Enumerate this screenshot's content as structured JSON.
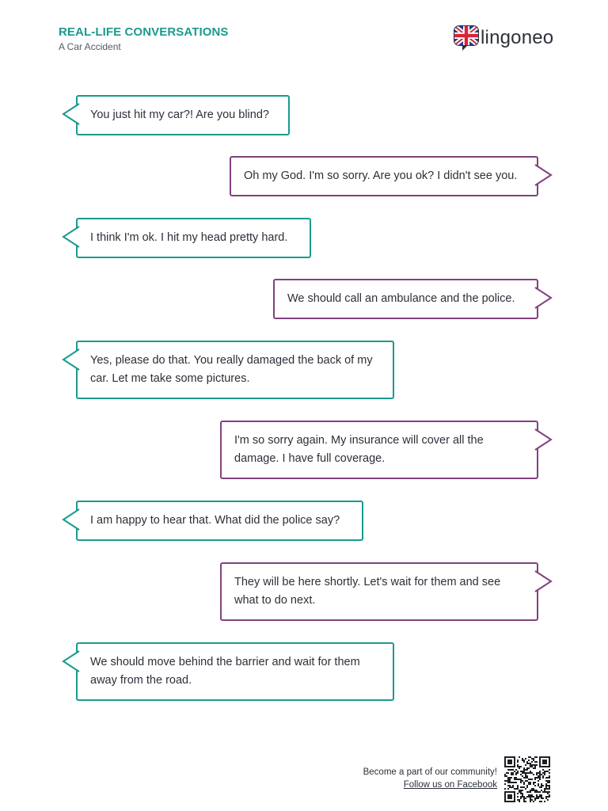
{
  "header": {
    "title": "REAL-LIFE CONVERSATIONS",
    "subtitle": "A Car Accident"
  },
  "brand": {
    "name": "lingoneo",
    "accent_color": "#1a9a8d",
    "secondary_color": "#83407f",
    "icon": "uk-flag-speech-bubble-icon"
  },
  "messages": [
    {
      "speaker": "left",
      "text": "You just hit my car?! Are you blind?"
    },
    {
      "speaker": "right",
      "text": "Oh my God. I'm so sorry. Are you ok? I didn't see you."
    },
    {
      "speaker": "left",
      "text": "I think I'm ok. I hit my head pretty hard."
    },
    {
      "speaker": "right",
      "text": "We should call an ambulance and the police."
    },
    {
      "speaker": "left",
      "text": "Yes, please do that. You really damaged the back of my car. Let me take some pictures."
    },
    {
      "speaker": "right",
      "text": "I'm so sorry again. My insurance will cover all the damage. I have full coverage."
    },
    {
      "speaker": "left",
      "text": "I am happy to hear that. What did the police say?"
    },
    {
      "speaker": "right",
      "text": "They will be here shortly. Let's wait for them and see what to do next."
    },
    {
      "speaker": "left",
      "text": "We should move behind the barrier and wait for them away from the road."
    }
  ],
  "footer": {
    "community_text": "Become a part of our community!",
    "link_text": "Follow us on Facebook",
    "qr_icon": "qr-code-icon"
  }
}
